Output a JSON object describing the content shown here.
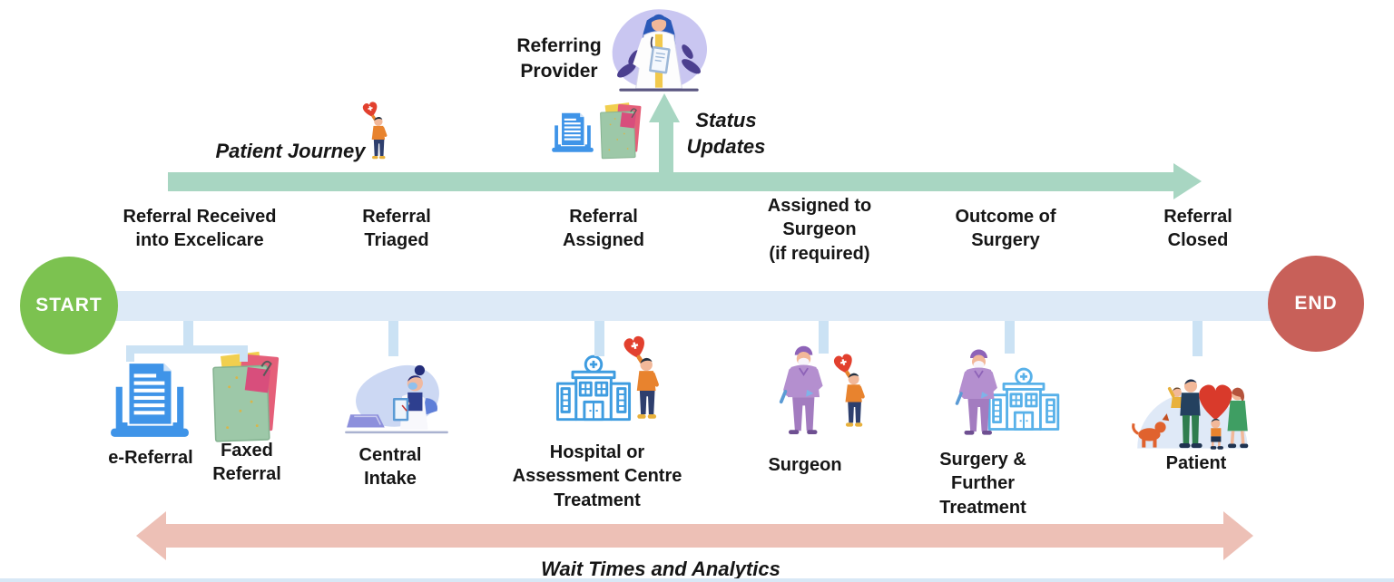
{
  "journey": {
    "label": "Patient Journey"
  },
  "provider": {
    "label": "Referring\nProvider"
  },
  "status": {
    "label": "Status\nUpdates"
  },
  "stages": [
    {
      "label": "Referral Received\ninto Excelicare"
    },
    {
      "label": "Referral\nTriaged"
    },
    {
      "label": "Referral\nAssigned"
    },
    {
      "label": "Assigned to\nSurgeon\n(if required)"
    },
    {
      "label": "Outcome of\nSurgery"
    },
    {
      "label": "Referral\nClosed"
    }
  ],
  "timeline": {
    "start_label": "START",
    "end_label": "END"
  },
  "channels": [
    {
      "label": "e-Referral",
      "icon": "e-referral-document-icon"
    },
    {
      "label": "Faxed\nReferral",
      "icon": "faxed-referral-folders-icon"
    },
    {
      "label": "Central\nIntake",
      "icon": "central-intake-illustration"
    },
    {
      "label": "Hospital or\nAssessment Centre\nTreatment",
      "icon": "hospital-building-illustration"
    },
    {
      "label": "Surgeon",
      "icon": "surgeon-illustration"
    },
    {
      "label": "Surgery &\nFurther\nTreatment",
      "icon": "surgery-hospital-illustration"
    },
    {
      "label": "Patient",
      "icon": "patient-family-illustration"
    }
  ],
  "analytics": {
    "label": "Wait Times and Analytics"
  },
  "colors": {
    "journey_arrow": "#a8d6c2",
    "timeline_bar": "#ddeaf7",
    "connector": "#cbe2f4",
    "start_circle": "#7cc250",
    "end_circle": "#c86059",
    "analytics_arrow": "#edc0b6",
    "text": "#161616"
  }
}
